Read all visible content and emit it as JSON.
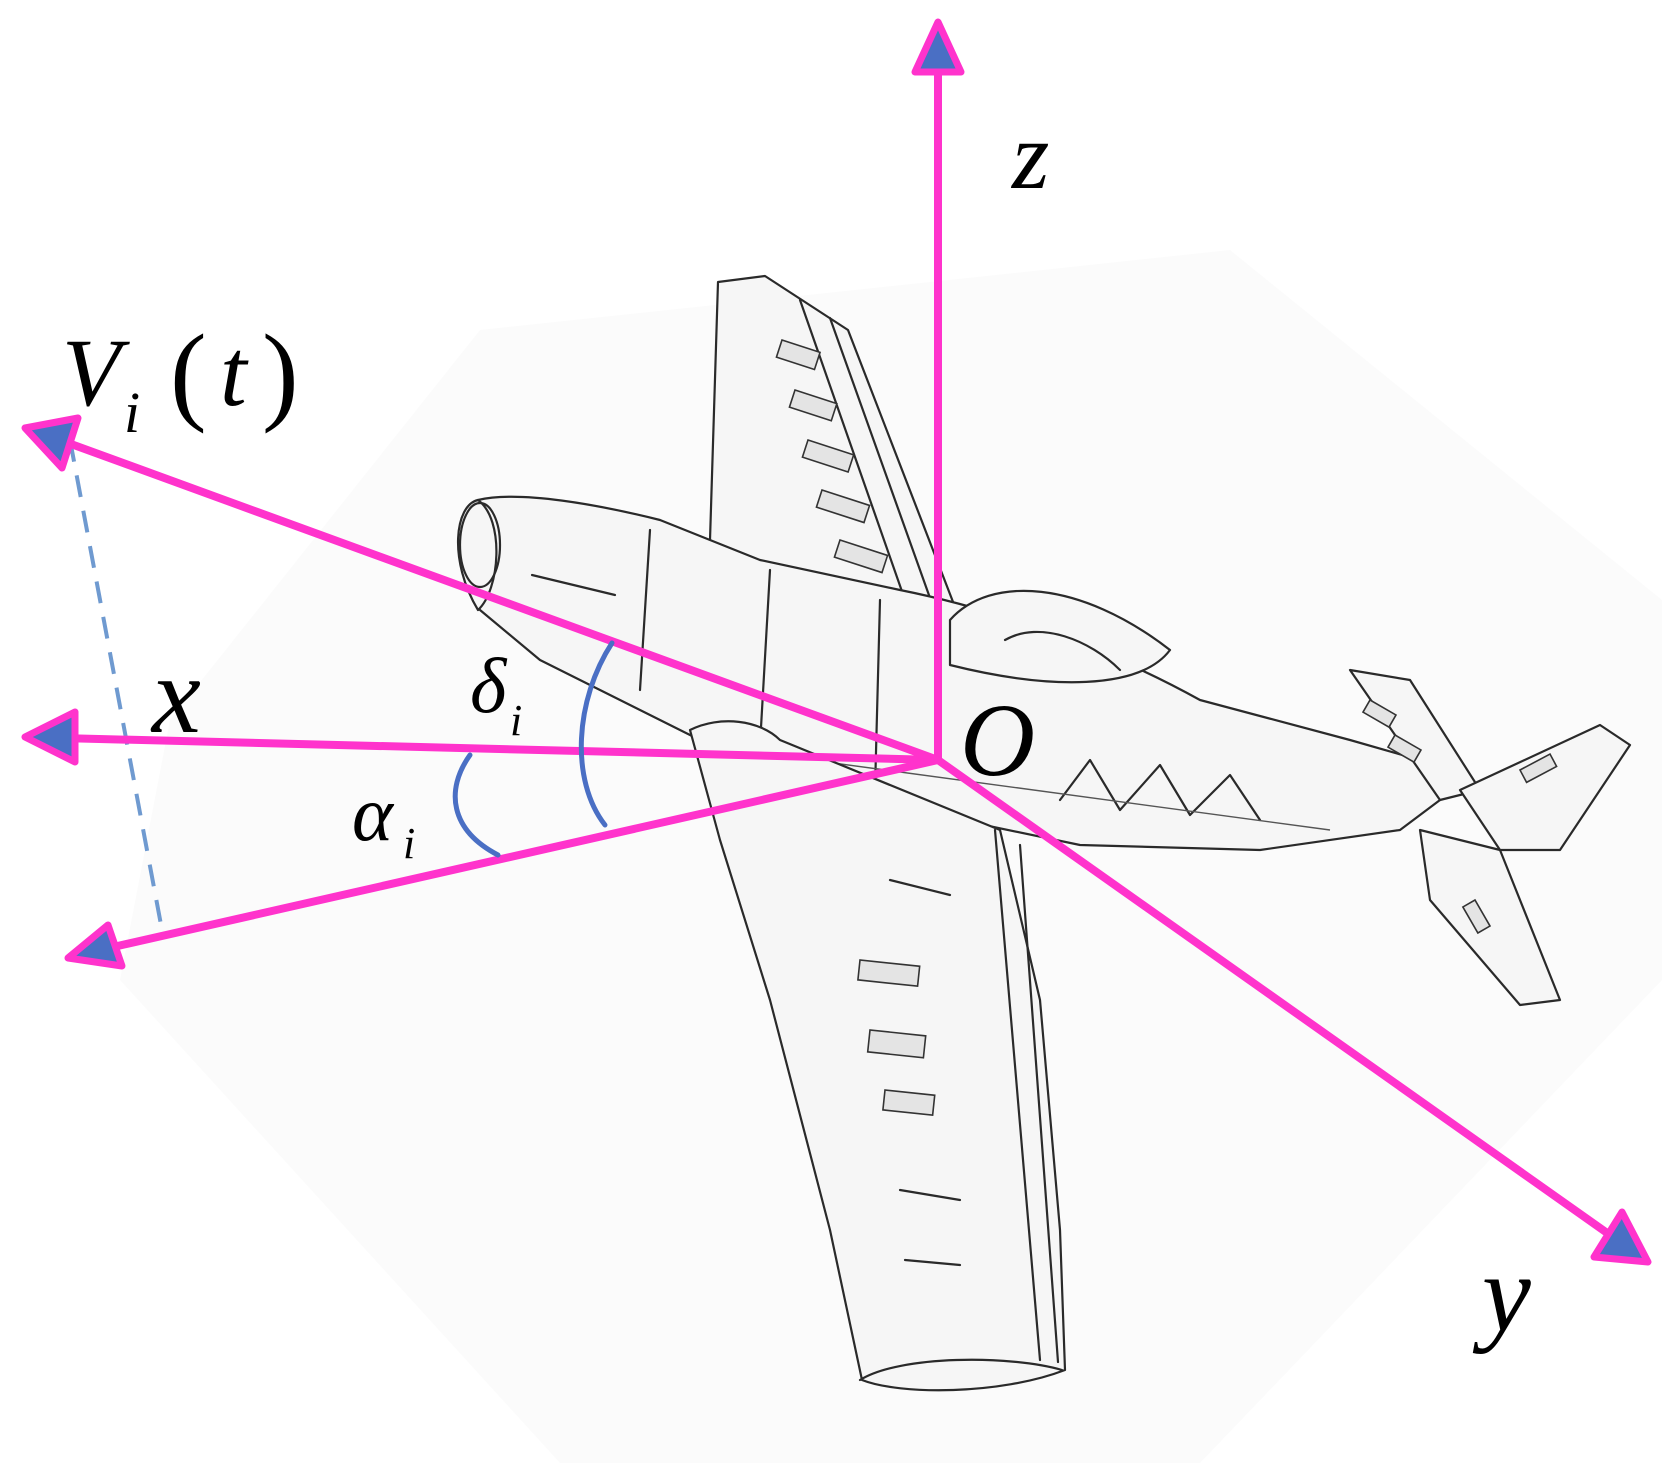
{
  "labels": {
    "z": "z",
    "x": "x",
    "y": "y",
    "origin": "O",
    "velocity_main": "V",
    "velocity_sub": "i",
    "velocity_open": "(",
    "velocity_arg": "t",
    "velocity_close": ")",
    "delta_main": "δ",
    "delta_sub": "i",
    "alpha_main": "α",
    "alpha_sub": "i"
  },
  "colors": {
    "axis": "#ff33cc",
    "arrowhead_fill": "#4a6fc4",
    "angle_arc": "#4a6fc4",
    "projection_dash": "#6f9ad0"
  }
}
